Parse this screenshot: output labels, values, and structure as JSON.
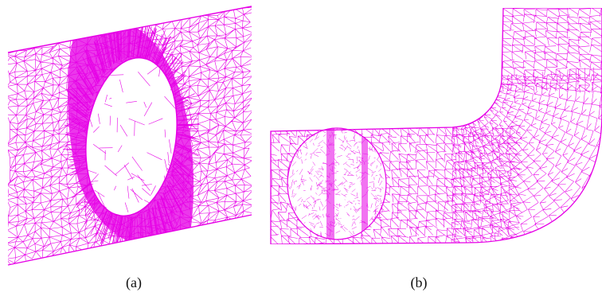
{
  "figure": {
    "panels": [
      {
        "caption": "(a)",
        "mesh_color": "#e600e6",
        "description_kind": "wireframe pipe section with dense ring refinement around an oval hole"
      },
      {
        "caption": "(b)",
        "mesh_color": "#e600e6",
        "description_kind": "wireframe bent pipe (elbow) with a refined circular patch region"
      }
    ]
  }
}
